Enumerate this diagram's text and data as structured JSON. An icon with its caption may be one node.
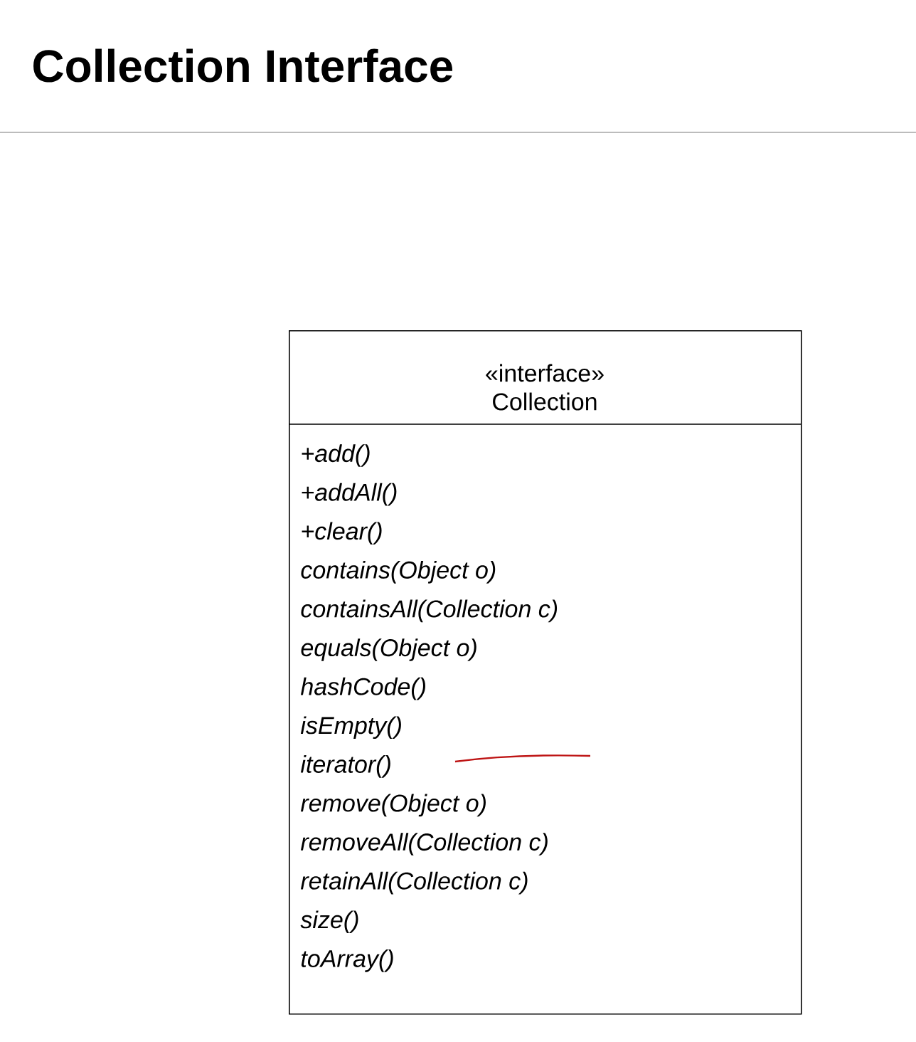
{
  "diagram": {
    "title": "Collection Interface",
    "nodes": [
      {
        "text": [
          "«interface»",
          "Collection",
          "+add()",
          "+addAll()",
          "+clear()",
          "contains(Object o)",
          "containsAll(Collection c)",
          "equals(Object o)",
          "hashCode()",
          "isEmpty()",
          "iterator()",
          "remove(Object o)",
          "removeAll(Collection c)",
          "retainAll(Collection c)",
          "size()",
          "toArray()"
        ]
      }
    ]
  }
}
